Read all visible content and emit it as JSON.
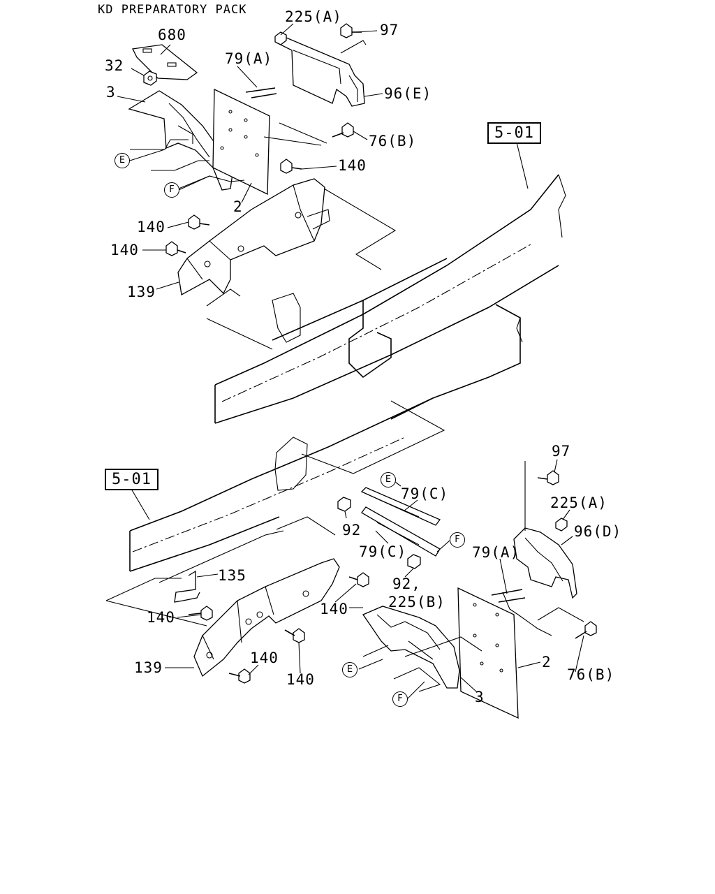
{
  "title": "KD PREPARATORY PACK",
  "references": {
    "top": "5-01",
    "bottom": "5-01"
  },
  "callouts": {
    "E": "E",
    "F": "F"
  },
  "labels": {
    "p680": "680",
    "p32": "32",
    "p3_top": "3",
    "p225A_top": "225(A)",
    "p97_top": "97",
    "p79A_top": "79(A)",
    "p96E": "96(E)",
    "p76B_top": "76(B)",
    "p140_a": "140",
    "p2_top": "2",
    "p140_b": "140",
    "p140_c": "140",
    "p139_top": "139",
    "p97_bot": "97",
    "p225A_bot": "225(A)",
    "p96D": "96(D)",
    "p79C_a": "79(C)",
    "p92": "92",
    "p79C_b": "79(C)",
    "p79A_bot": "79(A)",
    "p92_225B_1": "92,",
    "p92_225B_2": "225(B)",
    "p135": "135",
    "p140_d": "140",
    "p140_e": "140",
    "p140_f": "140",
    "p140_g": "140",
    "p139_bot": "139",
    "p2_bot": "2",
    "p76B_bot": "76(B)",
    "p3_bot": "3"
  },
  "colors": {
    "ink": "#000000",
    "paper": "#ffffff"
  }
}
